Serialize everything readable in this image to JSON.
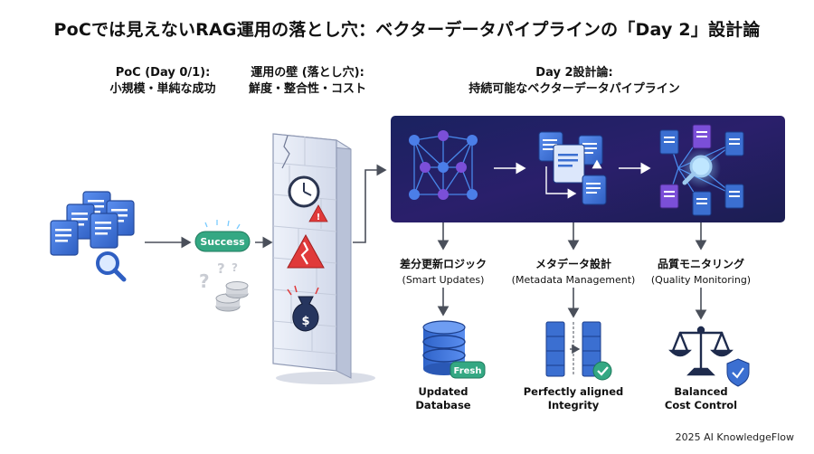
{
  "title": "PoCでは見えないRAG運用の落とし穴：ベクターデータパイプラインの「Day 2」設計論",
  "poc": {
    "line1": "PoC (Day 0/1):",
    "line2": "小規模・単純な成功"
  },
  "wall": {
    "line1": "運用の壁 (落とし穴):",
    "line2": "鮮度・整合性・コスト"
  },
  "day2": {
    "line1": "Day 2設計論:",
    "line2": "持続可能なベクターデータパイプライン"
  },
  "success_badge": "Success",
  "currency_symbol": "$",
  "fresh_badge": "Fresh",
  "pillars": [
    {
      "ja": "差分更新ロジック",
      "en": "(Smart Updates)",
      "result1": "Updated",
      "result2": "Database"
    },
    {
      "ja": "メタデータ設計",
      "en": "(Metadata Management)",
      "result1": "Perfectly aligned",
      "result2": "Integrity"
    },
    {
      "ja": "品質モニタリング",
      "en": "(Quality Monitoring)",
      "result1": "Balanced",
      "result2": "Cost Control"
    }
  ],
  "footer": "2025 AI KnowledgeFlow",
  "colors": {
    "doc_blue": "#3b6fd1",
    "success_green": "#2e9e7c",
    "wall_face": "#e3e8f3",
    "warning_red": "#e03a3a",
    "panel_dark": "#151a4a",
    "node_purple": "#7b4fd8",
    "arrow_gray": "#4a4f5a"
  },
  "icons": [
    "document-stack-icon",
    "magnifier-icon",
    "coins-icon",
    "question-mark-icon",
    "clock-icon",
    "warning-icon",
    "money-bag-icon",
    "network-icon",
    "document-sync-icon",
    "search-docs-icon",
    "database-icon",
    "aligned-columns-icon",
    "check-icon",
    "balance-scale-icon",
    "shield-check-icon"
  ]
}
